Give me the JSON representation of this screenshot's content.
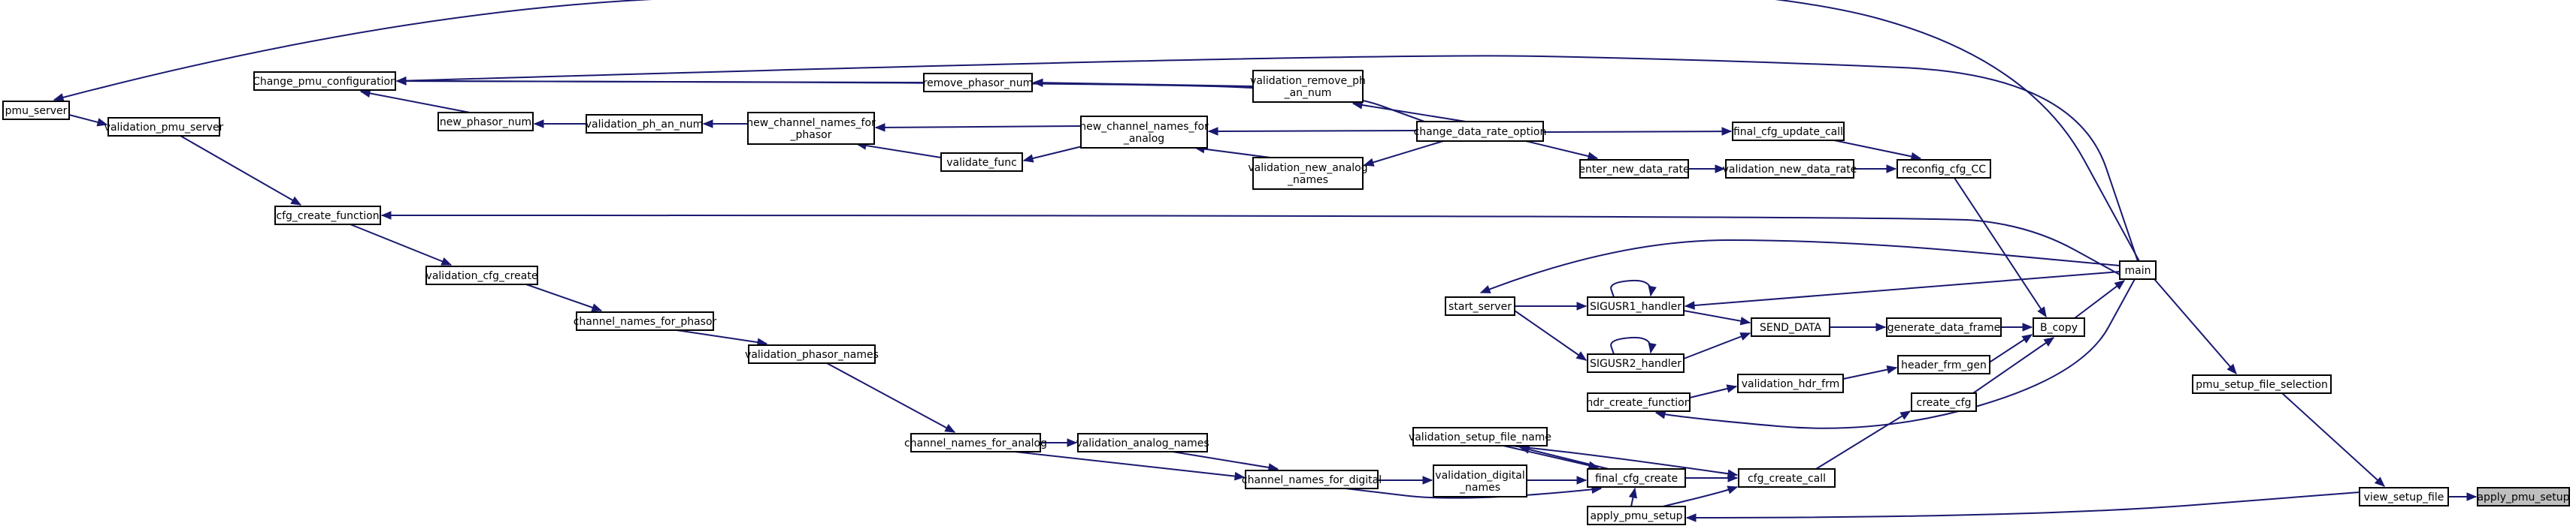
{
  "graph": {
    "nodes": {
      "apply_pmu_setup_root": {
        "lines": [
          "apply_pmu_setup"
        ],
        "root": true
      },
      "view_setup_file": {
        "lines": [
          "view_setup_file"
        ]
      },
      "pmu_setup_file_selection": {
        "lines": [
          "pmu_setup_file_selection"
        ]
      },
      "main": {
        "lines": [
          "main"
        ]
      },
      "apply_pmu_setup": {
        "lines": [
          "apply_pmu_setup"
        ]
      },
      "cfg_create_call": {
        "lines": [
          "cfg_create_call"
        ]
      },
      "create_cfg": {
        "lines": [
          "create_cfg"
        ]
      },
      "B_copy": {
        "lines": [
          "B_copy"
        ]
      },
      "header_frm_gen": {
        "lines": [
          "header_frm_gen"
        ]
      },
      "generate_data_frame": {
        "lines": [
          "generate_data_frame"
        ]
      },
      "reconfig_cfg_CC": {
        "lines": [
          "reconfig_cfg_CC"
        ]
      },
      "final_cfg_update_call": {
        "lines": [
          "final_cfg_update_call"
        ]
      },
      "validation_new_data_rate": {
        "lines": [
          "validation_new_data_rate"
        ]
      },
      "enter_new_data_rate": {
        "lines": [
          "enter_new_data_rate"
        ]
      },
      "change_data_rate_option": {
        "lines": [
          "change_data_rate_option"
        ]
      },
      "validation_hdr_frm": {
        "lines": [
          "validation_hdr_frm"
        ]
      },
      "hdr_create_function": {
        "lines": [
          "hdr_create_function"
        ]
      },
      "SEND_DATA": {
        "lines": [
          "SEND_DATA"
        ]
      },
      "SIGUSR1_handler": {
        "lines": [
          "SIGUSR1_handler"
        ]
      },
      "SIGUSR2_handler": {
        "lines": [
          "SIGUSR2_handler"
        ]
      },
      "start_server": {
        "lines": [
          "start_server"
        ]
      },
      "final_cfg_create": {
        "lines": [
          "final_cfg_create"
        ]
      },
      "validation_setup_file_name": {
        "lines": [
          "validation_setup_file_name"
        ]
      },
      "validation_digital_names": {
        "lines": [
          "validation_digital",
          "_names"
        ]
      },
      "channel_names_for_digital": {
        "lines": [
          "channel_names_for_digital"
        ]
      },
      "validation_analog_names": {
        "lines": [
          "validation_analog_names"
        ]
      },
      "channel_names_for_analog": {
        "lines": [
          "channel_names_for_analog"
        ]
      },
      "validation_phasor_names": {
        "lines": [
          "validation_phasor_names"
        ]
      },
      "channel_names_for_phasor": {
        "lines": [
          "channel_names_for_phasor"
        ]
      },
      "validation_cfg_create": {
        "lines": [
          "validation_cfg_create"
        ]
      },
      "cfg_create_function": {
        "lines": [
          "cfg_create_function"
        ]
      },
      "validation_pmu_server": {
        "lines": [
          "validation_pmu_server"
        ]
      },
      "pmu_server": {
        "lines": [
          "pmu_server"
        ]
      },
      "Change_pmu_configuration": {
        "lines": [
          "Change_pmu_configuration"
        ]
      },
      "remove_phasor_num": {
        "lines": [
          "remove_phasor_num"
        ]
      },
      "validation_remove_ph_an_num": {
        "lines": [
          "validation_remove_ph",
          "_an_num"
        ]
      },
      "new_phasor_num": {
        "lines": [
          "new_phasor_num"
        ]
      },
      "validation_ph_an_num": {
        "lines": [
          "validation_ph_an_num"
        ]
      },
      "new_channel_names_for_phasor": {
        "lines": [
          "new_channel_names_for",
          "_phasor"
        ]
      },
      "validate_func": {
        "lines": [
          "validate_func"
        ]
      },
      "new_channel_names_for_analog": {
        "lines": [
          "new_channel_names_for",
          "_analog"
        ]
      },
      "validation_new_analog_names": {
        "lines": [
          "validation_new_analog",
          "_names"
        ]
      }
    },
    "edges": [
      {
        "from": "view_setup_file",
        "to": "apply_pmu_setup_root"
      },
      {
        "from": "pmu_setup_file_selection",
        "to": "view_setup_file"
      },
      {
        "from": "main",
        "to": "pmu_setup_file_selection"
      },
      {
        "from": "view_setup_file",
        "to": "apply_pmu_setup"
      },
      {
        "from": "apply_pmu_setup",
        "to": "cfg_create_call"
      },
      {
        "from": "cfg_create_call",
        "to": "create_cfg"
      },
      {
        "from": "create_cfg",
        "to": "B_copy"
      },
      {
        "from": "header_frm_gen",
        "to": "B_copy"
      },
      {
        "from": "generate_data_frame",
        "to": "B_copy"
      },
      {
        "from": "reconfig_cfg_CC",
        "to": "B_copy"
      },
      {
        "from": "B_copy",
        "to": "main"
      },
      {
        "from": "final_cfg_update_call",
        "to": "reconfig_cfg_CC"
      },
      {
        "from": "validation_new_data_rate",
        "to": "reconfig_cfg_CC"
      },
      {
        "from": "enter_new_data_rate",
        "to": "validation_new_data_rate"
      },
      {
        "from": "change_data_rate_option",
        "to": "enter_new_data_rate"
      },
      {
        "from": "change_data_rate_option",
        "to": "final_cfg_update_call"
      },
      {
        "from": "validation_hdr_frm",
        "to": "header_frm_gen"
      },
      {
        "from": "hdr_create_function",
        "to": "validation_hdr_frm"
      },
      {
        "from": "main",
        "to": "hdr_create_function"
      },
      {
        "from": "SEND_DATA",
        "to": "generate_data_frame"
      },
      {
        "from": "SIGUSR1_handler",
        "to": "SEND_DATA"
      },
      {
        "from": "SIGUSR2_handler",
        "to": "SEND_DATA"
      },
      {
        "from": "SIGUSR1_handler",
        "to": "SIGUSR1_handler"
      },
      {
        "from": "SIGUSR2_handler",
        "to": "SIGUSR2_handler"
      },
      {
        "from": "start_server",
        "to": "SIGUSR1_handler"
      },
      {
        "from": "start_server",
        "to": "SIGUSR2_handler"
      },
      {
        "from": "main",
        "to": "start_server"
      },
      {
        "from": "main",
        "to": "SIGUSR1_handler"
      },
      {
        "from": "final_cfg_create",
        "to": "cfg_create_call"
      },
      {
        "from": "validation_setup_file_name",
        "to": "cfg_create_call"
      },
      {
        "from": "apply_pmu_setup",
        "to": "final_cfg_create"
      },
      {
        "from": "final_cfg_create",
        "to": "validation_setup_file_name"
      },
      {
        "from": "validation_setup_file_name",
        "to": "final_cfg_create"
      },
      {
        "from": "validation_digital_names",
        "to": "final_cfg_create"
      },
      {
        "from": "channel_names_for_digital",
        "to": "validation_digital_names"
      },
      {
        "from": "channel_names_for_digital",
        "to": "final_cfg_create"
      },
      {
        "from": "validation_analog_names",
        "to": "channel_names_for_digital"
      },
      {
        "from": "channel_names_for_analog",
        "to": "validation_analog_names"
      },
      {
        "from": "channel_names_for_analog",
        "to": "channel_names_for_digital"
      },
      {
        "from": "validation_phasor_names",
        "to": "channel_names_for_analog"
      },
      {
        "from": "channel_names_for_phasor",
        "to": "validation_phasor_names"
      },
      {
        "from": "validation_cfg_create",
        "to": "channel_names_for_phasor"
      },
      {
        "from": "cfg_create_function",
        "to": "validation_cfg_create"
      },
      {
        "from": "main",
        "to": "cfg_create_function"
      },
      {
        "from": "validation_pmu_server",
        "to": "cfg_create_function"
      },
      {
        "from": "pmu_server",
        "to": "validation_pmu_server"
      },
      {
        "from": "main",
        "to": "pmu_server"
      },
      {
        "from": "main",
        "to": "Change_pmu_configuration"
      },
      {
        "from": "change_data_rate_option",
        "to": "Change_pmu_configuration"
      },
      {
        "from": "remove_phasor_num",
        "to": "Change_pmu_configuration"
      },
      {
        "from": "validation_remove_ph_an_num",
        "to": "remove_phasor_num"
      },
      {
        "from": "change_data_rate_option",
        "to": "validation_remove_ph_an_num"
      },
      {
        "from": "new_phasor_num",
        "to": "Change_pmu_configuration"
      },
      {
        "from": "validation_ph_an_num",
        "to": "new_phasor_num"
      },
      {
        "from": "new_channel_names_for_phasor",
        "to": "validation_ph_an_num"
      },
      {
        "from": "new_channel_names_for_analog",
        "to": "new_channel_names_for_phasor"
      },
      {
        "from": "validate_func",
        "to": "new_channel_names_for_phasor"
      },
      {
        "from": "new_channel_names_for_analog",
        "to": "validate_func"
      },
      {
        "from": "change_data_rate_option",
        "to": "new_channel_names_for_analog"
      },
      {
        "from": "validation_new_analog_names",
        "to": "new_channel_names_for_analog"
      },
      {
        "from": "change_data_rate_option",
        "to": "validation_new_analog_names"
      }
    ]
  }
}
